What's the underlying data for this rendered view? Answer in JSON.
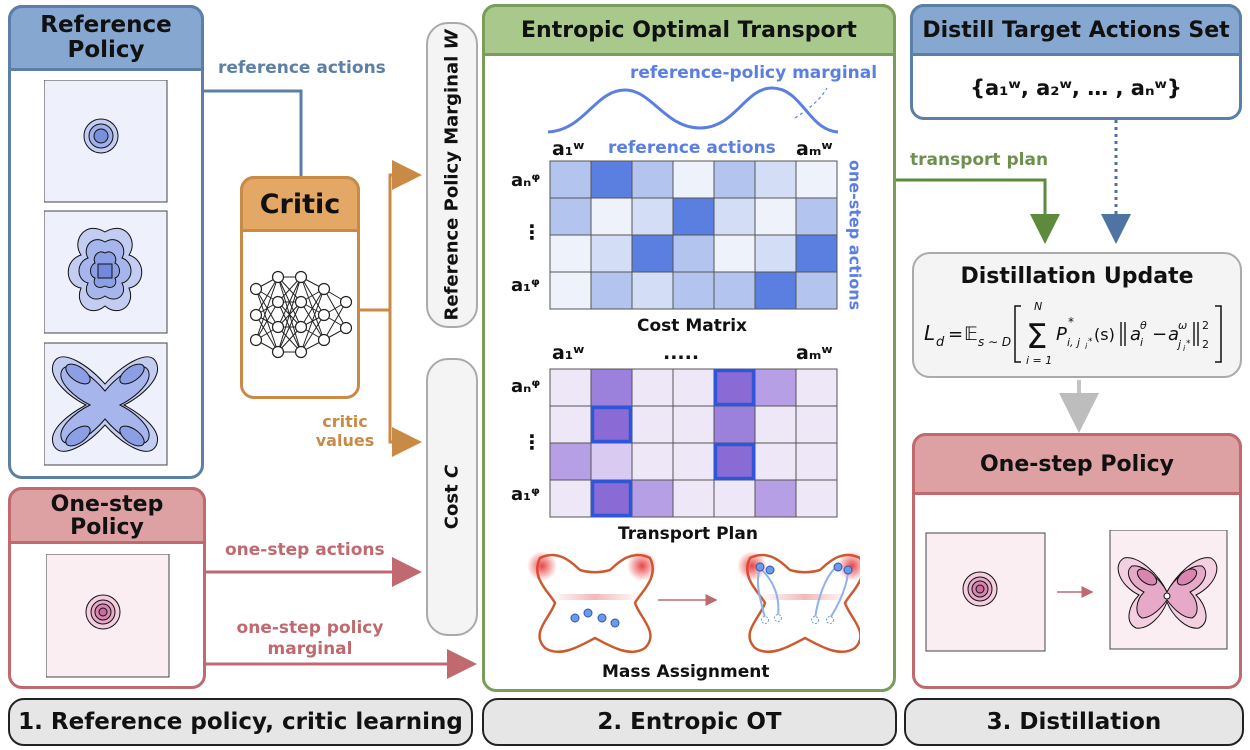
{
  "reference_policy": {
    "title": "Reference Policy"
  },
  "one_step_policy_left": {
    "title": "One-step Policy"
  },
  "critic": {
    "title": "Critic"
  },
  "arrows": {
    "reference_actions": "reference actions",
    "critic_values": "critic values",
    "one_step_actions": "one-step actions",
    "one_step_marginal": "one-step policy marginal",
    "transport_plan": "transport plan"
  },
  "marginal_box": {
    "label": "Reference Policy Marginal",
    "symbol": "W"
  },
  "cost_box": {
    "label": "Cost",
    "symbol": "C"
  },
  "eot": {
    "title": "Entropic Optimal Transport",
    "ref_marginal": "reference-policy marginal",
    "ref_actions": "reference actions",
    "one_step_actions": "one-step actions",
    "cost_matrix": "Cost Matrix",
    "transport_plan": "Transport Plan",
    "mass_assignment": "Mass Assignment",
    "col_first": "a₁ʷ",
    "col_last": "aₘʷ",
    "col_dots": ".....",
    "row_first": "aₙᵠ",
    "row_last": "a₁ᵠ",
    "row_dots": "⋮"
  },
  "distill": {
    "title": "Distill Target Actions Set",
    "set": "{a₁ʷ, a₂ʷ, … , aₙʷ}",
    "update_title": "Distillation Update",
    "one_step_title": "One-step Policy"
  },
  "sections": {
    "s1": "1. Reference policy, critic learning",
    "s2": "2. Entropic OT",
    "s3": "3. Distillation"
  },
  "colors": {
    "blue": "#5b7fa6",
    "blue_fill": "#86a7cf",
    "green": "#7a9e5a",
    "green_fill": "#a9c98c",
    "orange": "#c98a45",
    "orange_fill": "#e3a866",
    "red": "#c06a70",
    "red_fill": "#dda1a3",
    "cell_blue": "#5a7fe0",
    "cell_purple": "#8f70d8"
  }
}
